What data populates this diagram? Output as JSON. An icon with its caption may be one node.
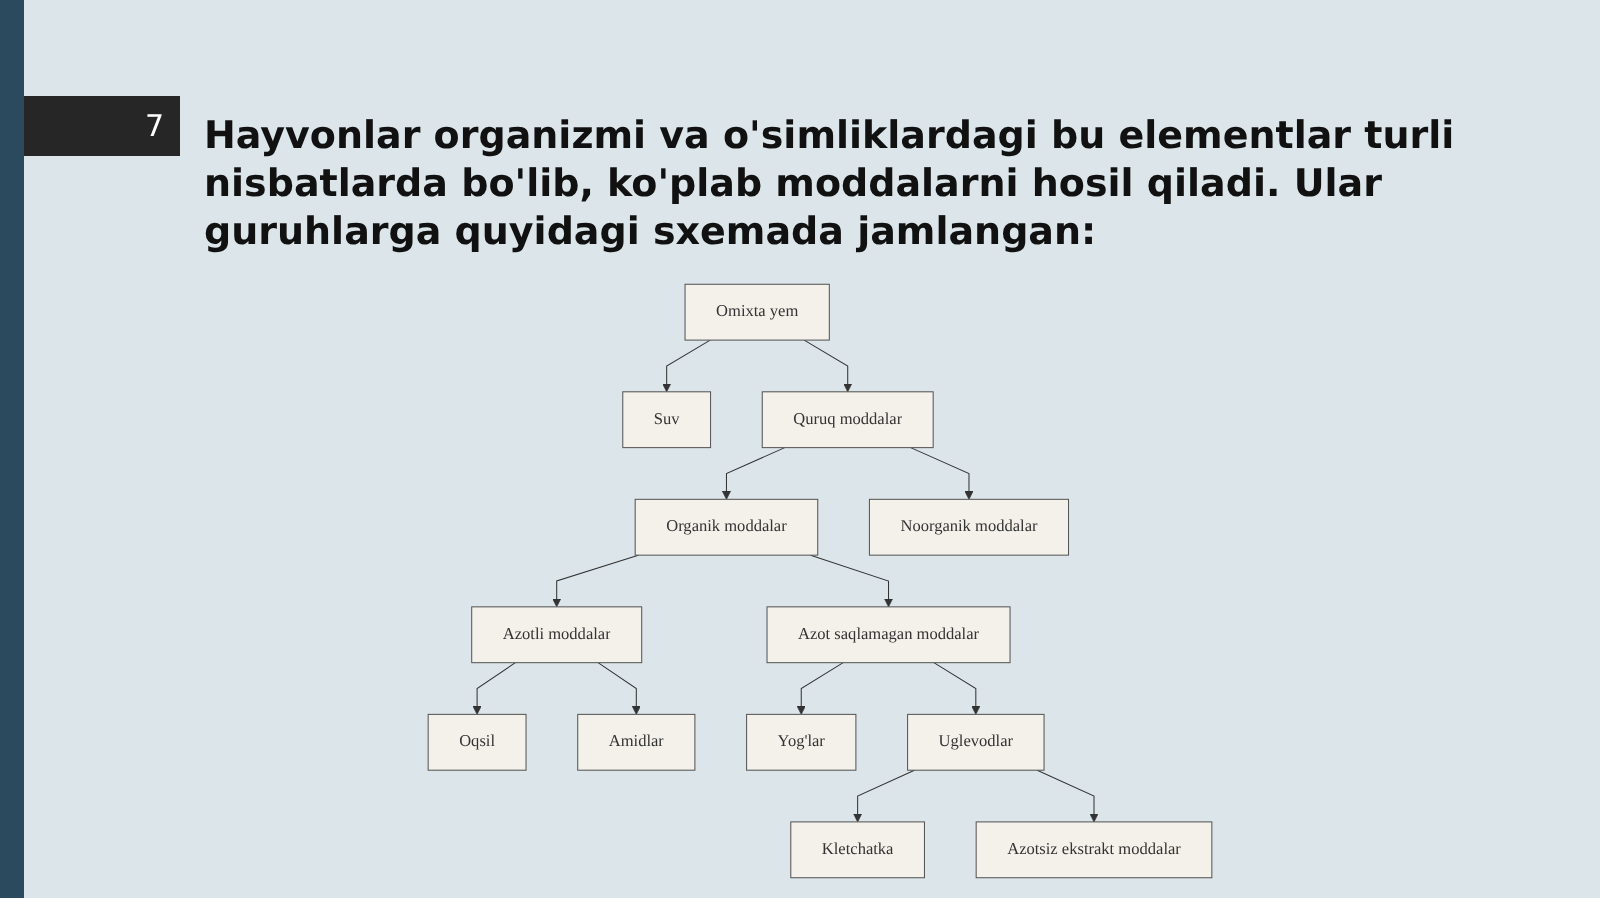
{
  "diagram": {
    "title": "Hayvonlar organizmi va o'simliklardagi bu elementlar turli nisbatlarda bo'lib, ko'plab moddalarni hosil qiladi. Ular guruhlarga quyidagi sxemada jamlangan:",
    "nodes": [
      {
        "text": [
          "Omixta yem"
        ]
      },
      {
        "text": [
          "Suv"
        ]
      },
      {
        "text": [
          "Quruq moddalar"
        ]
      },
      {
        "text": [
          "Organik moddalar"
        ]
      },
      {
        "text": [
          "Noorganik moddalar"
        ]
      },
      {
        "text": [
          "Azotli moddalar"
        ]
      },
      {
        "text": [
          "Azot saqlamagan moddalar"
        ]
      },
      {
        "text": [
          "Oqsil"
        ]
      },
      {
        "text": [
          "Amidlar"
        ]
      },
      {
        "text": [
          "Yog'lar"
        ]
      },
      {
        "text": [
          "Uglevodlar"
        ]
      },
      {
        "text": [
          "Kletchatka"
        ]
      },
      {
        "text": [
          "Azotsiz ekstrakt moddalar"
        ]
      }
    ],
    "edges": [
      {
        "from": 0,
        "to": 1,
        "arrow": "to"
      },
      {
        "from": 0,
        "to": 2,
        "arrow": "to"
      },
      {
        "from": 2,
        "to": 3,
        "arrow": "to"
      },
      {
        "from": 2,
        "to": 4,
        "arrow": "to"
      },
      {
        "from": 3,
        "to": 5,
        "arrow": "to"
      },
      {
        "from": 3,
        "to": 6,
        "arrow": "to"
      },
      {
        "from": 5,
        "to": 7,
        "arrow": "to"
      },
      {
        "from": 5,
        "to": 8,
        "arrow": "to"
      },
      {
        "from": 6,
        "to": 9,
        "arrow": "to"
      },
      {
        "from": 6,
        "to": 10,
        "arrow": "to"
      },
      {
        "from": 10,
        "to": 11,
        "arrow": "to"
      },
      {
        "from": 10,
        "to": 12,
        "arrow": "to"
      }
    ],
    "labels": [
      "7"
    ]
  }
}
